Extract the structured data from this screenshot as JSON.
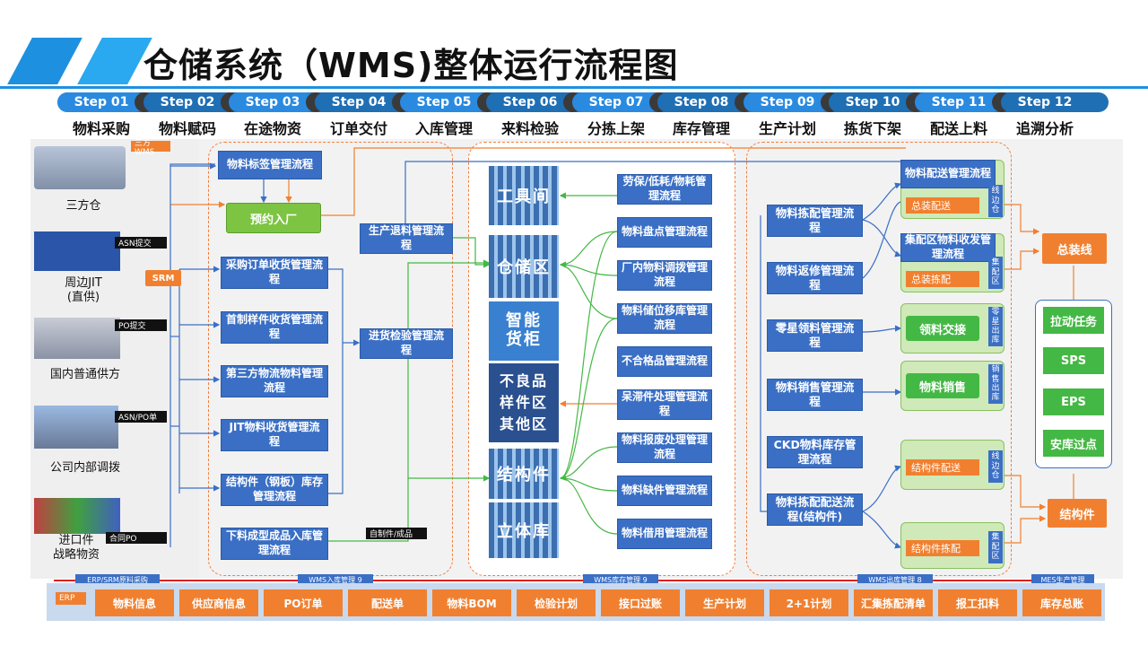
{
  "title": "仓储系统（WMS)整体运行流程图",
  "steps": [
    {
      "step": "Step 01",
      "label": "物料采购"
    },
    {
      "step": "Step 02",
      "label": "物料赋码"
    },
    {
      "step": "Step 03",
      "label": "在途物资"
    },
    {
      "step": "Step 04",
      "label": "订单交付"
    },
    {
      "step": "Step 05",
      "label": "入库管理"
    },
    {
      "step": "Step 06",
      "label": "来料检验"
    },
    {
      "step": "Step 07",
      "label": "分拣上架"
    },
    {
      "step": "Step 08",
      "label": "库存管理"
    },
    {
      "step": "Step 09",
      "label": "生产计划"
    },
    {
      "step": "Step 10",
      "label": "拣货下架"
    },
    {
      "step": "Step 11",
      "label": "配送上料"
    },
    {
      "step": "Step 12",
      "label": "追溯分析"
    }
  ],
  "sources": {
    "s1": "三方仓",
    "s2a": "周边JIT",
    "s2b": "(直供)",
    "s3": "国内普通供方",
    "s4": "公司内部调拨",
    "s5a": "进口件",
    "s5b": "战略物资"
  },
  "tags": {
    "sanfang": "三方WMS",
    "asn": "ASN提交",
    "srm": "SRM",
    "po": "PO提交",
    "asnpo": "ASN/PO单",
    "hetong": "合同PO",
    "zizhi": "自制件/成品"
  },
  "col1": {
    "label_mgmt": "物料标签管理流程",
    "yuyue": "预约入厂",
    "p1": "采购订单收货管理流程",
    "p2": "首制样件收货管理流程",
    "p3": "第三方物流物料管理流程",
    "p4": "JIT物料收货管理流程",
    "p5": "结构件（钢板）库存管理流程",
    "p6": "下料成型成品入库管理流程",
    "tuiliao": "生产退料管理流程",
    "jinhuo": "进货检验管理流程"
  },
  "zones": {
    "z1": "工具间",
    "z2": "仓储区",
    "z3a": "智能",
    "z3b": "货柜",
    "z4a": "不良品",
    "z4b": "样件区",
    "z4c": "其他区",
    "z5": "结构件",
    "z6": "立体库"
  },
  "col3": [
    "劳保/低耗/物耗管理流程",
    "物料盘点管理流程",
    "厂内物料调拨管理流程",
    "物料储位移库管理流程",
    "不合格品管理流程",
    "呆滞件处理管理流程",
    "物料报废处理管理流程",
    "物料缺件管理流程",
    "物料借用管理流程"
  ],
  "col4": [
    "物料拣配管理流程",
    "物料返修管理流程",
    "零星领料管理流程",
    "物料销售管理流程",
    "CKD物料库存管理流程",
    "物料拣配配送流程(结构件)"
  ],
  "col5": {
    "g1": "物料配送管理流程",
    "g1o": "总装配送",
    "g1v": "线边仓",
    "g2": "集配区物料收发管理流程",
    "g2o": "总装拣配",
    "g2v": "集配区",
    "g3": "领料交接",
    "g3v": "零星出库",
    "g4": "物料销售",
    "g4v": "销售出库",
    "g5o": "结构件配送",
    "g5v": "线边仓",
    "g6o": "结构件拣配",
    "g6v": "集配区"
  },
  "col6": {
    "zzx": "总装线",
    "b1": "拉动任务",
    "b2": "SPS",
    "b3": "EPS",
    "b4": "安库过点",
    "jgj": "结构件"
  },
  "bottom_tags": {
    "erp_srm": "ERP/SRM原料采购",
    "wms_in": "WMS入库管理 9",
    "wms_stock": "WMS库存管理 9",
    "wms_out": "WMS出库管理 8",
    "mes": "MES生产管理",
    "erp": "ERP"
  },
  "bottom_buttons": [
    "物料信息",
    "供应商信息",
    "PO订单",
    "配送单",
    "物料BOM",
    "检验计划",
    "接口过账",
    "生产计划",
    "2+1计划",
    "汇集拣配清单",
    "报工扣料",
    "库存总账"
  ],
  "colors": {
    "blue": "#3a6fc5",
    "orange": "#f08030",
    "green": "#7cc442",
    "step": "#1f6fb5"
  }
}
